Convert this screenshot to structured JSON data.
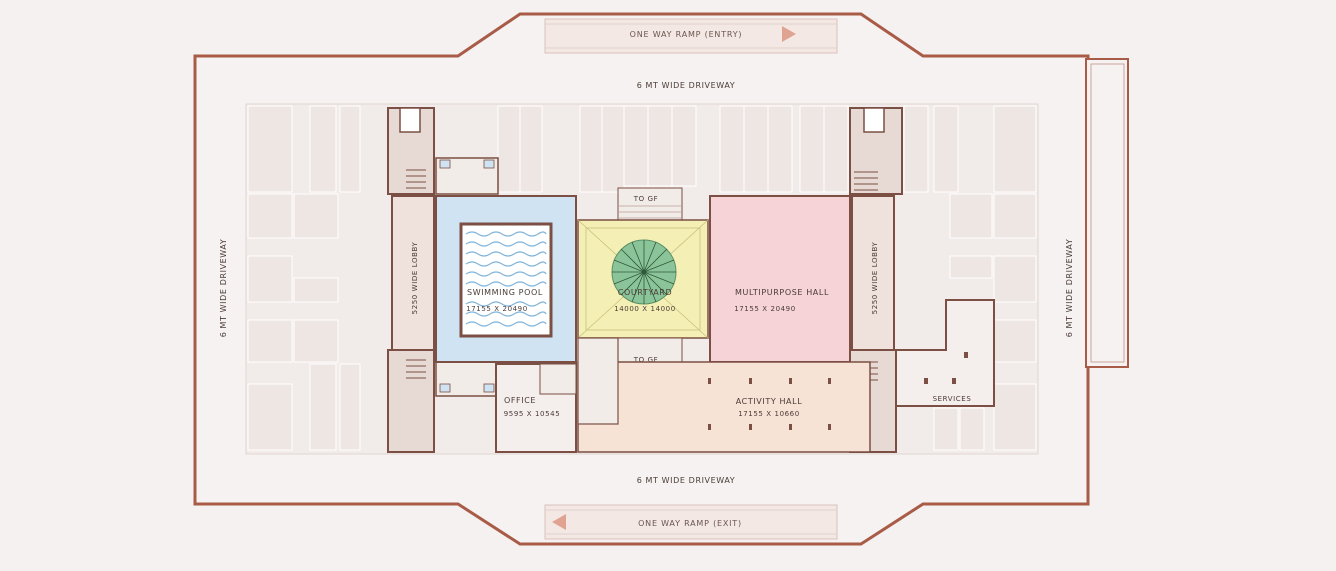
{
  "colors": {
    "boundary": "#a85c48",
    "background": "#f4f1f0",
    "pool": "#cfe3f3",
    "courtyard": "#f4efb4",
    "multipurpose": "#f5d3d6",
    "activity": "#f7e2d6",
    "tree": "#8cc49a",
    "wall": "#7b4f43"
  },
  "ramps": {
    "entry": {
      "label": "ONE WAY RAMP (ENTRY)",
      "arrow_icon": "arrow-right-icon"
    },
    "exit": {
      "label": "ONE WAY RAMP (EXIT)",
      "arrow_icon": "arrow-left-icon"
    }
  },
  "driveways": {
    "top": "6 MT WIDE DRIVEWAY",
    "bottom": "6 MT WIDE DRIVEWAY",
    "left": "6 MT WIDE DRIVEWAY",
    "right": "6 MT WIDE DRIVEWAY"
  },
  "rooms": {
    "pool": {
      "name": "SWIMMING POOL",
      "size": "17155 X 20490"
    },
    "courtyard": {
      "name": "COURTYARD",
      "size": "14000 X 14000"
    },
    "multipurpose": {
      "name": "MULTIPURPOSE HALL",
      "size": "17155 X 20490"
    },
    "office": {
      "name": "OFFICE",
      "size": "9595 X 10545"
    },
    "activity": {
      "name": "ACTIVITY HALL",
      "size": "17155 X 10660"
    },
    "services": {
      "name": "SERVICES"
    },
    "lobby_left": {
      "name": "5250 WIDE LOBBY"
    },
    "lobby_right": {
      "name": "5250 WIDE LOBBY"
    }
  },
  "stairs": {
    "top": "TO GF",
    "bottom": "TO GF"
  }
}
